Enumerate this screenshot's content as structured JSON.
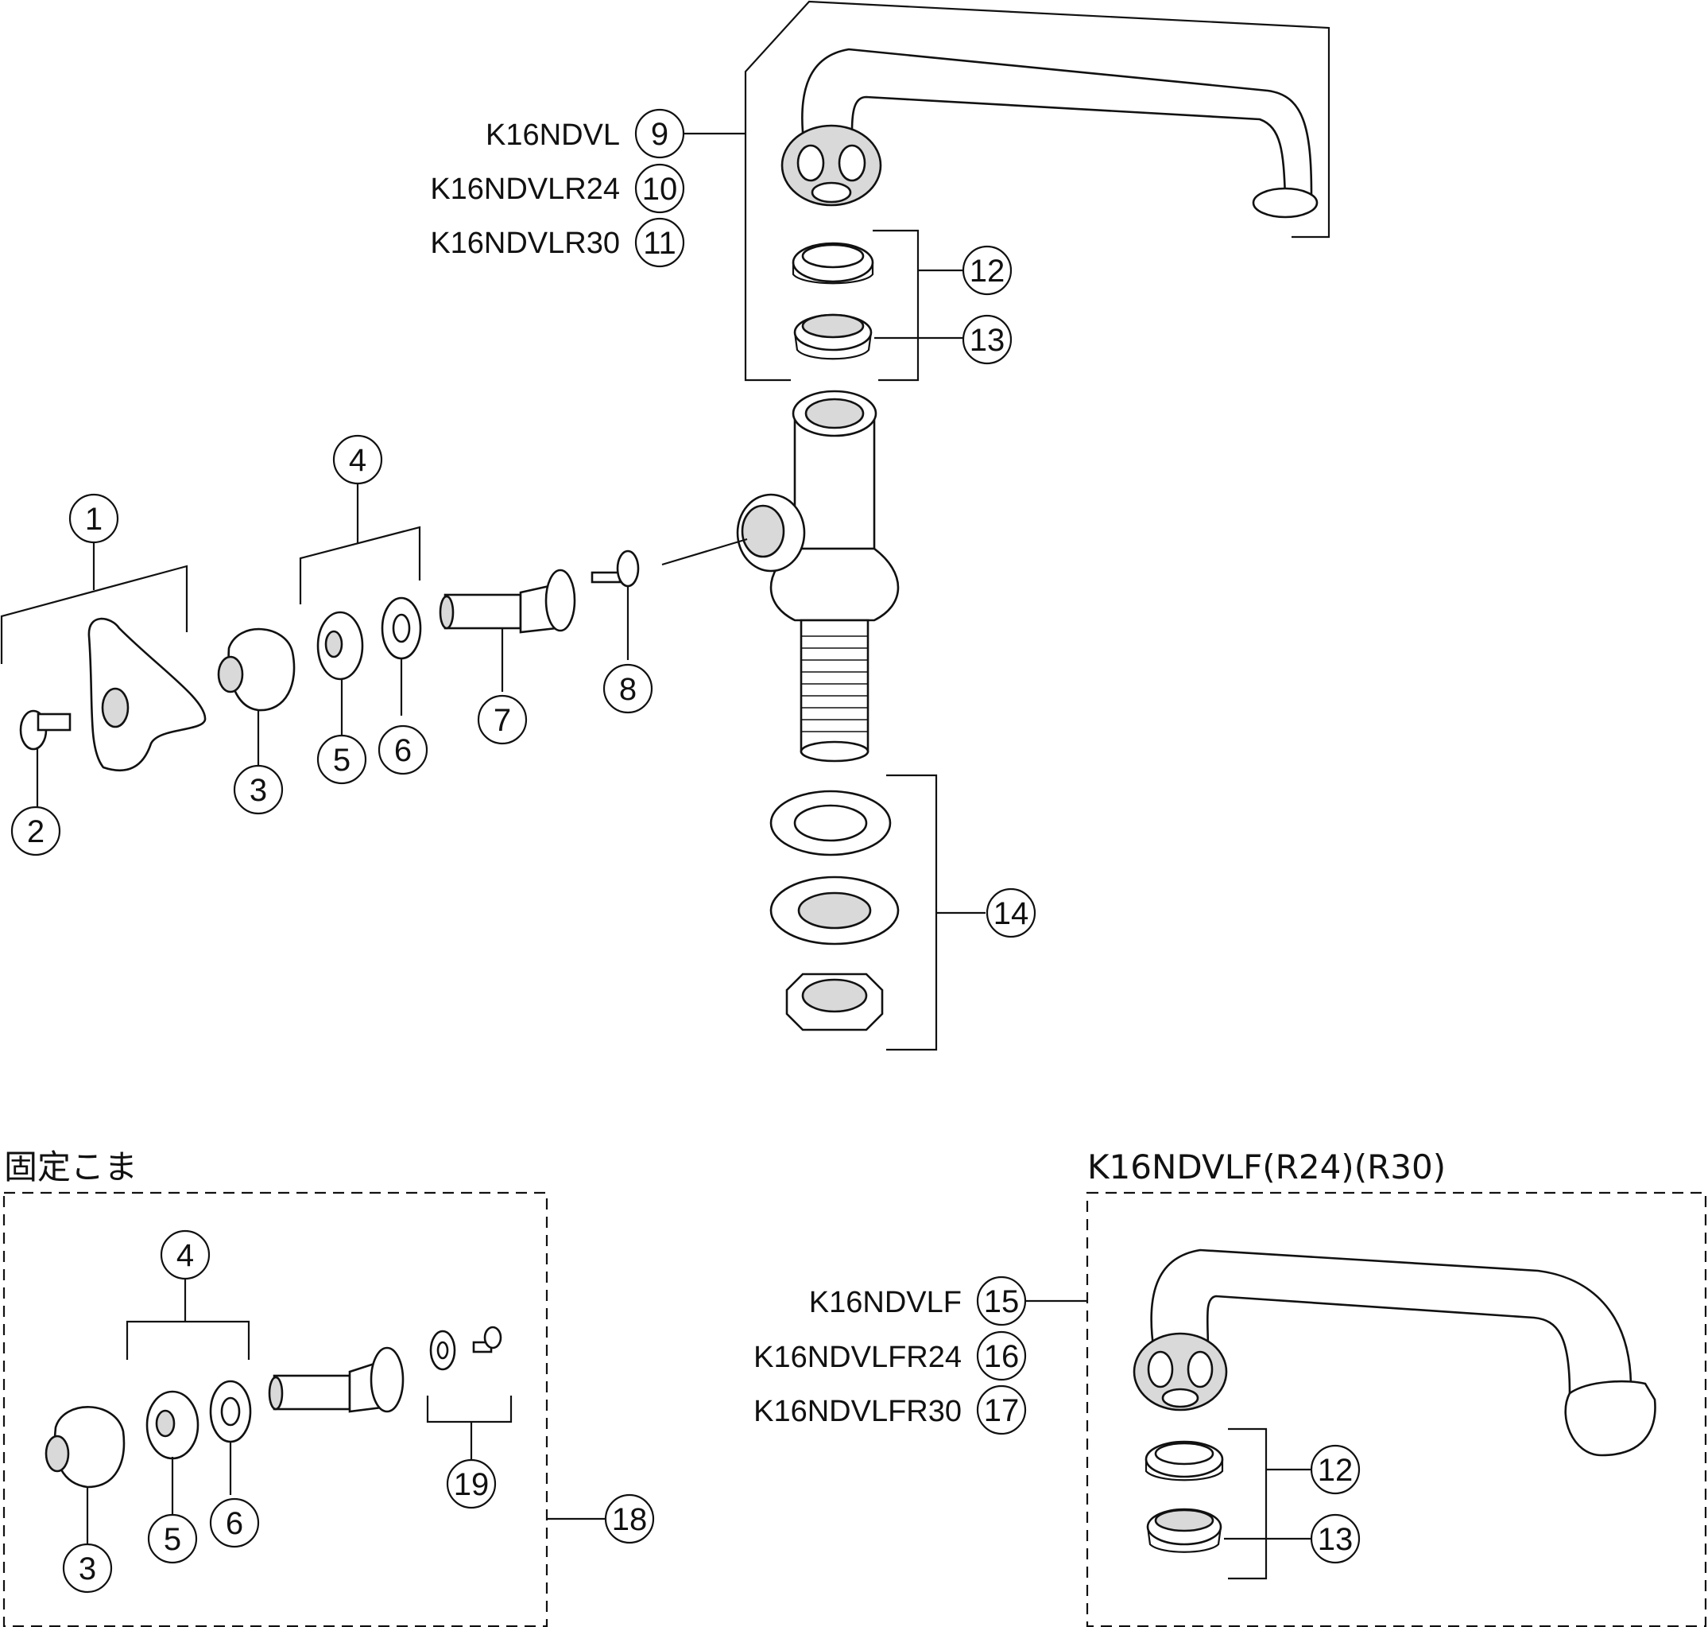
{
  "section_titles": {
    "fixed_top": "固定こま",
    "spout_variant": "K16NDVLF(R24)(R30)"
  },
  "model_labels": {
    "k16ndvl": "K16NDVL",
    "k16ndvlr24": "K16NDVLR24",
    "k16ndvlr30": "K16NDVLR30",
    "k16ndvlf": "K16NDVLF",
    "k16ndvlfr24": "K16NDVLFR24",
    "k16ndvlfr30": "K16NDVLFR30"
  },
  "callouts": {
    "c1": "1",
    "c2": "2",
    "c3": "3",
    "c4": "4",
    "c5": "5",
    "c6": "6",
    "c7": "7",
    "c8": "8",
    "c9": "9",
    "c10": "10",
    "c11": "11",
    "c12": "12",
    "c13": "13",
    "c14": "14",
    "c15": "15",
    "c16": "16",
    "c17": "17",
    "c18": "18",
    "c19": "19"
  }
}
